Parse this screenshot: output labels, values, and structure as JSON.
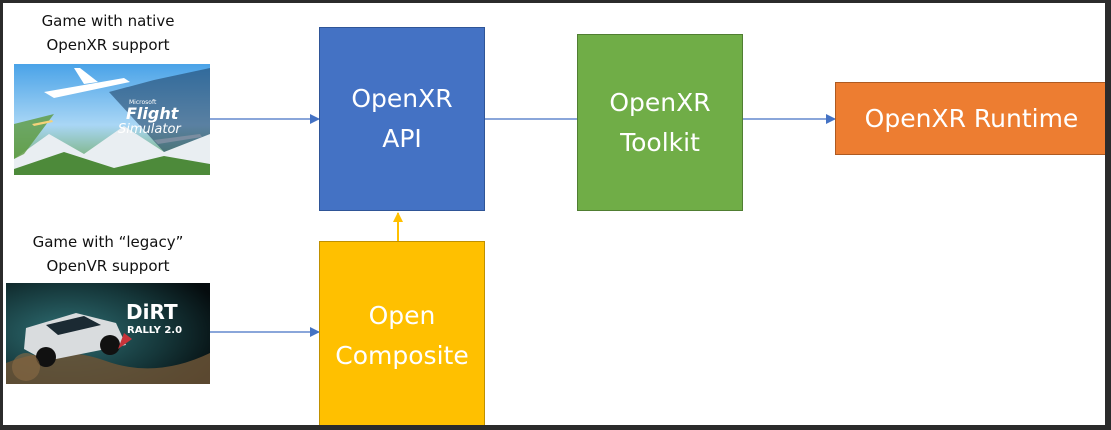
{
  "sources": [
    {
      "caption_line1": "Game with native",
      "caption_line2": "OpenXR support",
      "thumbnail_icon": "flight-simulator-image",
      "logo_top": "Flight",
      "logo_bottom": "Simulator",
      "logo_brand": "Microsoft"
    },
    {
      "caption_line1": "Game with “legacy”",
      "caption_line2": "OpenVR support",
      "thumbnail_icon": "dirt-rally-image",
      "logo_top": "DiRT",
      "logo_bottom": "RALLY 2.0"
    }
  ],
  "nodes": {
    "openxr_api": {
      "line1": "OpenXR",
      "line2": "API",
      "fill": "#4472c4"
    },
    "openxr_toolkit": {
      "line1": "OpenXR",
      "line2": "Toolkit",
      "fill": "#70ad47"
    },
    "openxr_runtime": {
      "line1": "OpenXR Runtime",
      "fill": "#ed7d31"
    },
    "open_composite": {
      "line1": "Open",
      "line2": "Composite",
      "fill": "#ffc000"
    }
  },
  "edges": [
    {
      "from": "native-game",
      "to": "openxr_api",
      "color": "#4472c4"
    },
    {
      "from": "openxr_api",
      "to": "openxr_toolkit",
      "color": "#4472c4"
    },
    {
      "from": "openxr_toolkit",
      "to": "openxr_runtime",
      "color": "#4472c4"
    },
    {
      "from": "legacy-game",
      "to": "open_composite",
      "color": "#4472c4"
    },
    {
      "from": "open_composite",
      "to": "openxr_api",
      "color": "#ffc000"
    }
  ]
}
